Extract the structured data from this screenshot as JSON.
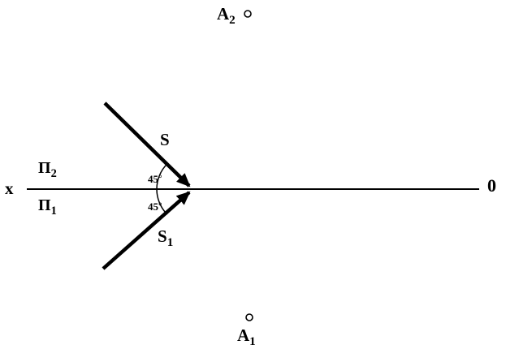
{
  "labels": {
    "axis_left": "x",
    "axis_right": "0",
    "plane_upper": {
      "base": "П",
      "sub": "2"
    },
    "plane_lower": {
      "base": "П",
      "sub": "1"
    },
    "ray_upper": {
      "base": "S",
      "sub": ""
    },
    "ray_lower": {
      "base": "S",
      "sub": "1"
    },
    "angle_upper": {
      "value": "45",
      "unit": "°"
    },
    "angle_lower": {
      "value": "45",
      "unit": "°"
    },
    "point_top": {
      "base": "A",
      "sub": "2"
    },
    "point_bottom": {
      "base": "A",
      "sub": "1"
    }
  },
  "colors": {
    "ink": "#000000",
    "background": "#ffffff"
  }
}
